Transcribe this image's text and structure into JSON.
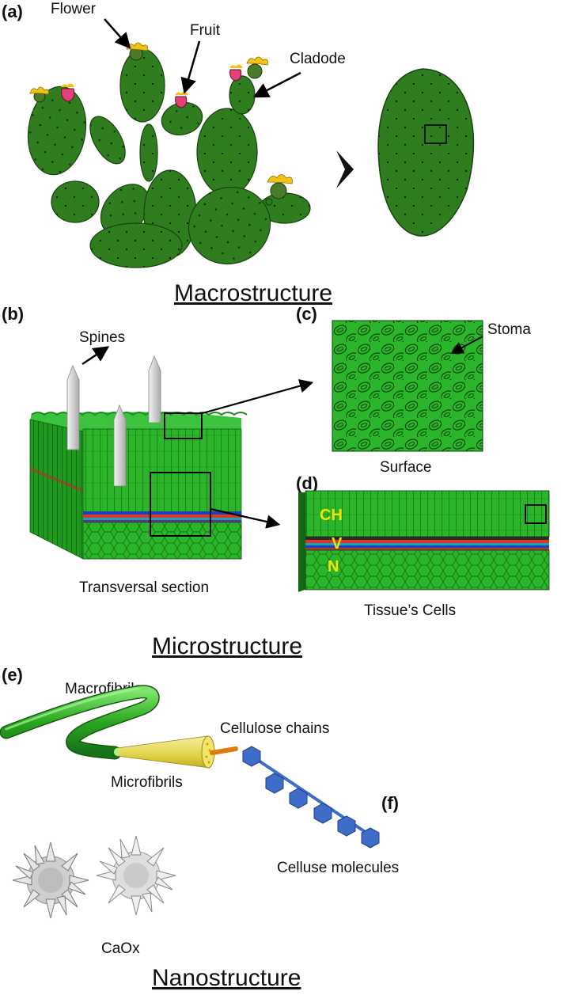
{
  "panels": {
    "a": "(a)",
    "b": "(b)",
    "c": "(c)",
    "d": "(d)",
    "e": "(e)",
    "f": "(f)"
  },
  "labels": {
    "flower": "Flower",
    "fruit": "Fruit",
    "cladode": "Cladode",
    "spines": "Spines",
    "stoma": "Stoma",
    "surface": "Surface",
    "transversal": "Transversal section",
    "tissue": "Tissue’s Cells",
    "ch": "CH",
    "v": "V",
    "n": "N",
    "macrofibrils": "Macrofibrils",
    "microfibrils": "Microfibrils",
    "cellulose_chains": "Cellulose chains",
    "celluse_molecules": "Celluse molecules",
    "caox": "CaOx"
  },
  "headings": {
    "macro": "Macrostructure",
    "micro": "Microstructure",
    "nano": "Nanostructure"
  },
  "colors": {
    "cactus_green": "#2f7d1e",
    "bright_green": "#2bb52b",
    "flower_yellow": "#f3c313",
    "fruit_pink": "#e4407a",
    "cone_yellow": "#ede05a",
    "hex_blue": "#3d6cc9",
    "label_yellow": "#f2e600"
  }
}
